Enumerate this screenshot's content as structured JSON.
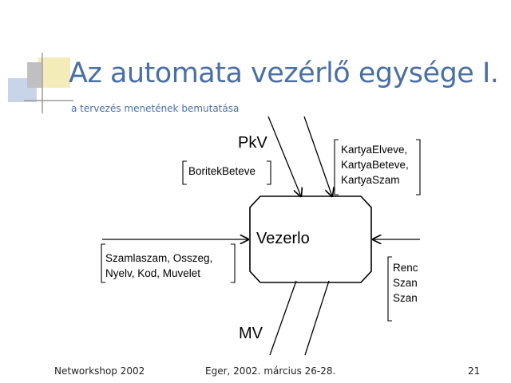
{
  "slide": {
    "title": "Az automata vezérlő egysége I.",
    "subtitle": "a tervezés menetének bemutatása"
  },
  "diagram": {
    "box_label": "Vezerlo",
    "top_label": "PkV",
    "bottom_label": "MV",
    "bracket_left_top": [
      "BoritekBeteve"
    ],
    "bracket_right_top": [
      "KartyaElveve,",
      "KartyaBeteve,",
      "KartyaSzam"
    ],
    "bracket_left": [
      "Szamlaszam, Osszeg,",
      "Nyelv, Kod, Muvelet"
    ],
    "bracket_right": [
      "Renc",
      "Szan",
      "Szan"
    ]
  },
  "footer": {
    "left": "Networkshop 2002",
    "center": "Eger, 2002. március 26-28.",
    "page": "21"
  },
  "colors": {
    "title": "#4a6fa5",
    "logo_gray": "#bcbcbc",
    "logo_blue": "#c9d6e8",
    "logo_yellow": "#f5eebb"
  }
}
